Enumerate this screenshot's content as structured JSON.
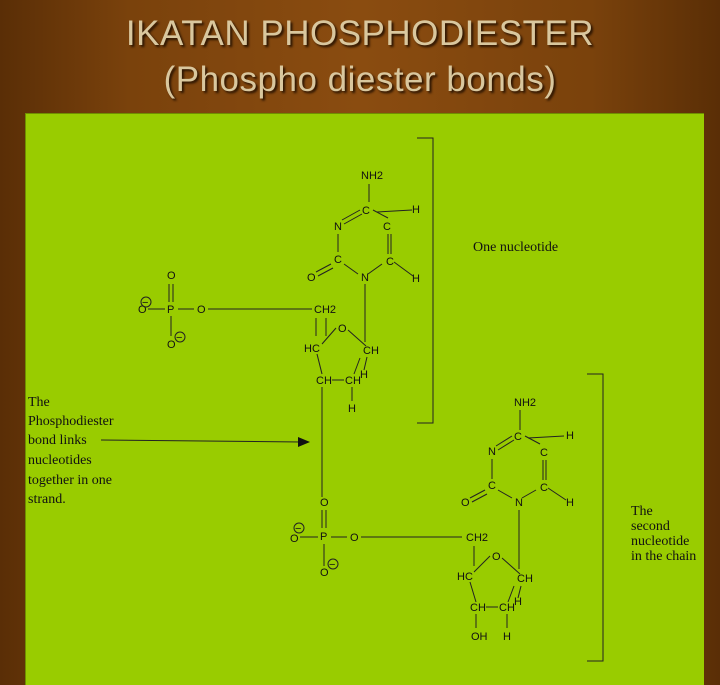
{
  "slide": {
    "title": "IKATAN PHOSPHODIESTER",
    "subtitle": "(Phospho diester bonds)"
  },
  "diagram": {
    "one_nucleotide": "One nucleotide",
    "link_label": [
      "The",
      "Phosphodiester",
      "bond links",
      "nucleotides",
      "together in one",
      "strand."
    ],
    "second_label": [
      "The",
      "second",
      "nucleotide",
      "in the chain"
    ],
    "atoms": {
      "nh2": "NH2",
      "n": "N",
      "c": "C",
      "h": "H",
      "o": "O",
      "p": "P",
      "minus": "−",
      "ch2": "CH2",
      "hc": "HC",
      "ch": "CH",
      "oh": "OH"
    }
  },
  "colors": {
    "background": "#7a420c",
    "panel": "#99cc00",
    "title": "#d9c79e"
  }
}
